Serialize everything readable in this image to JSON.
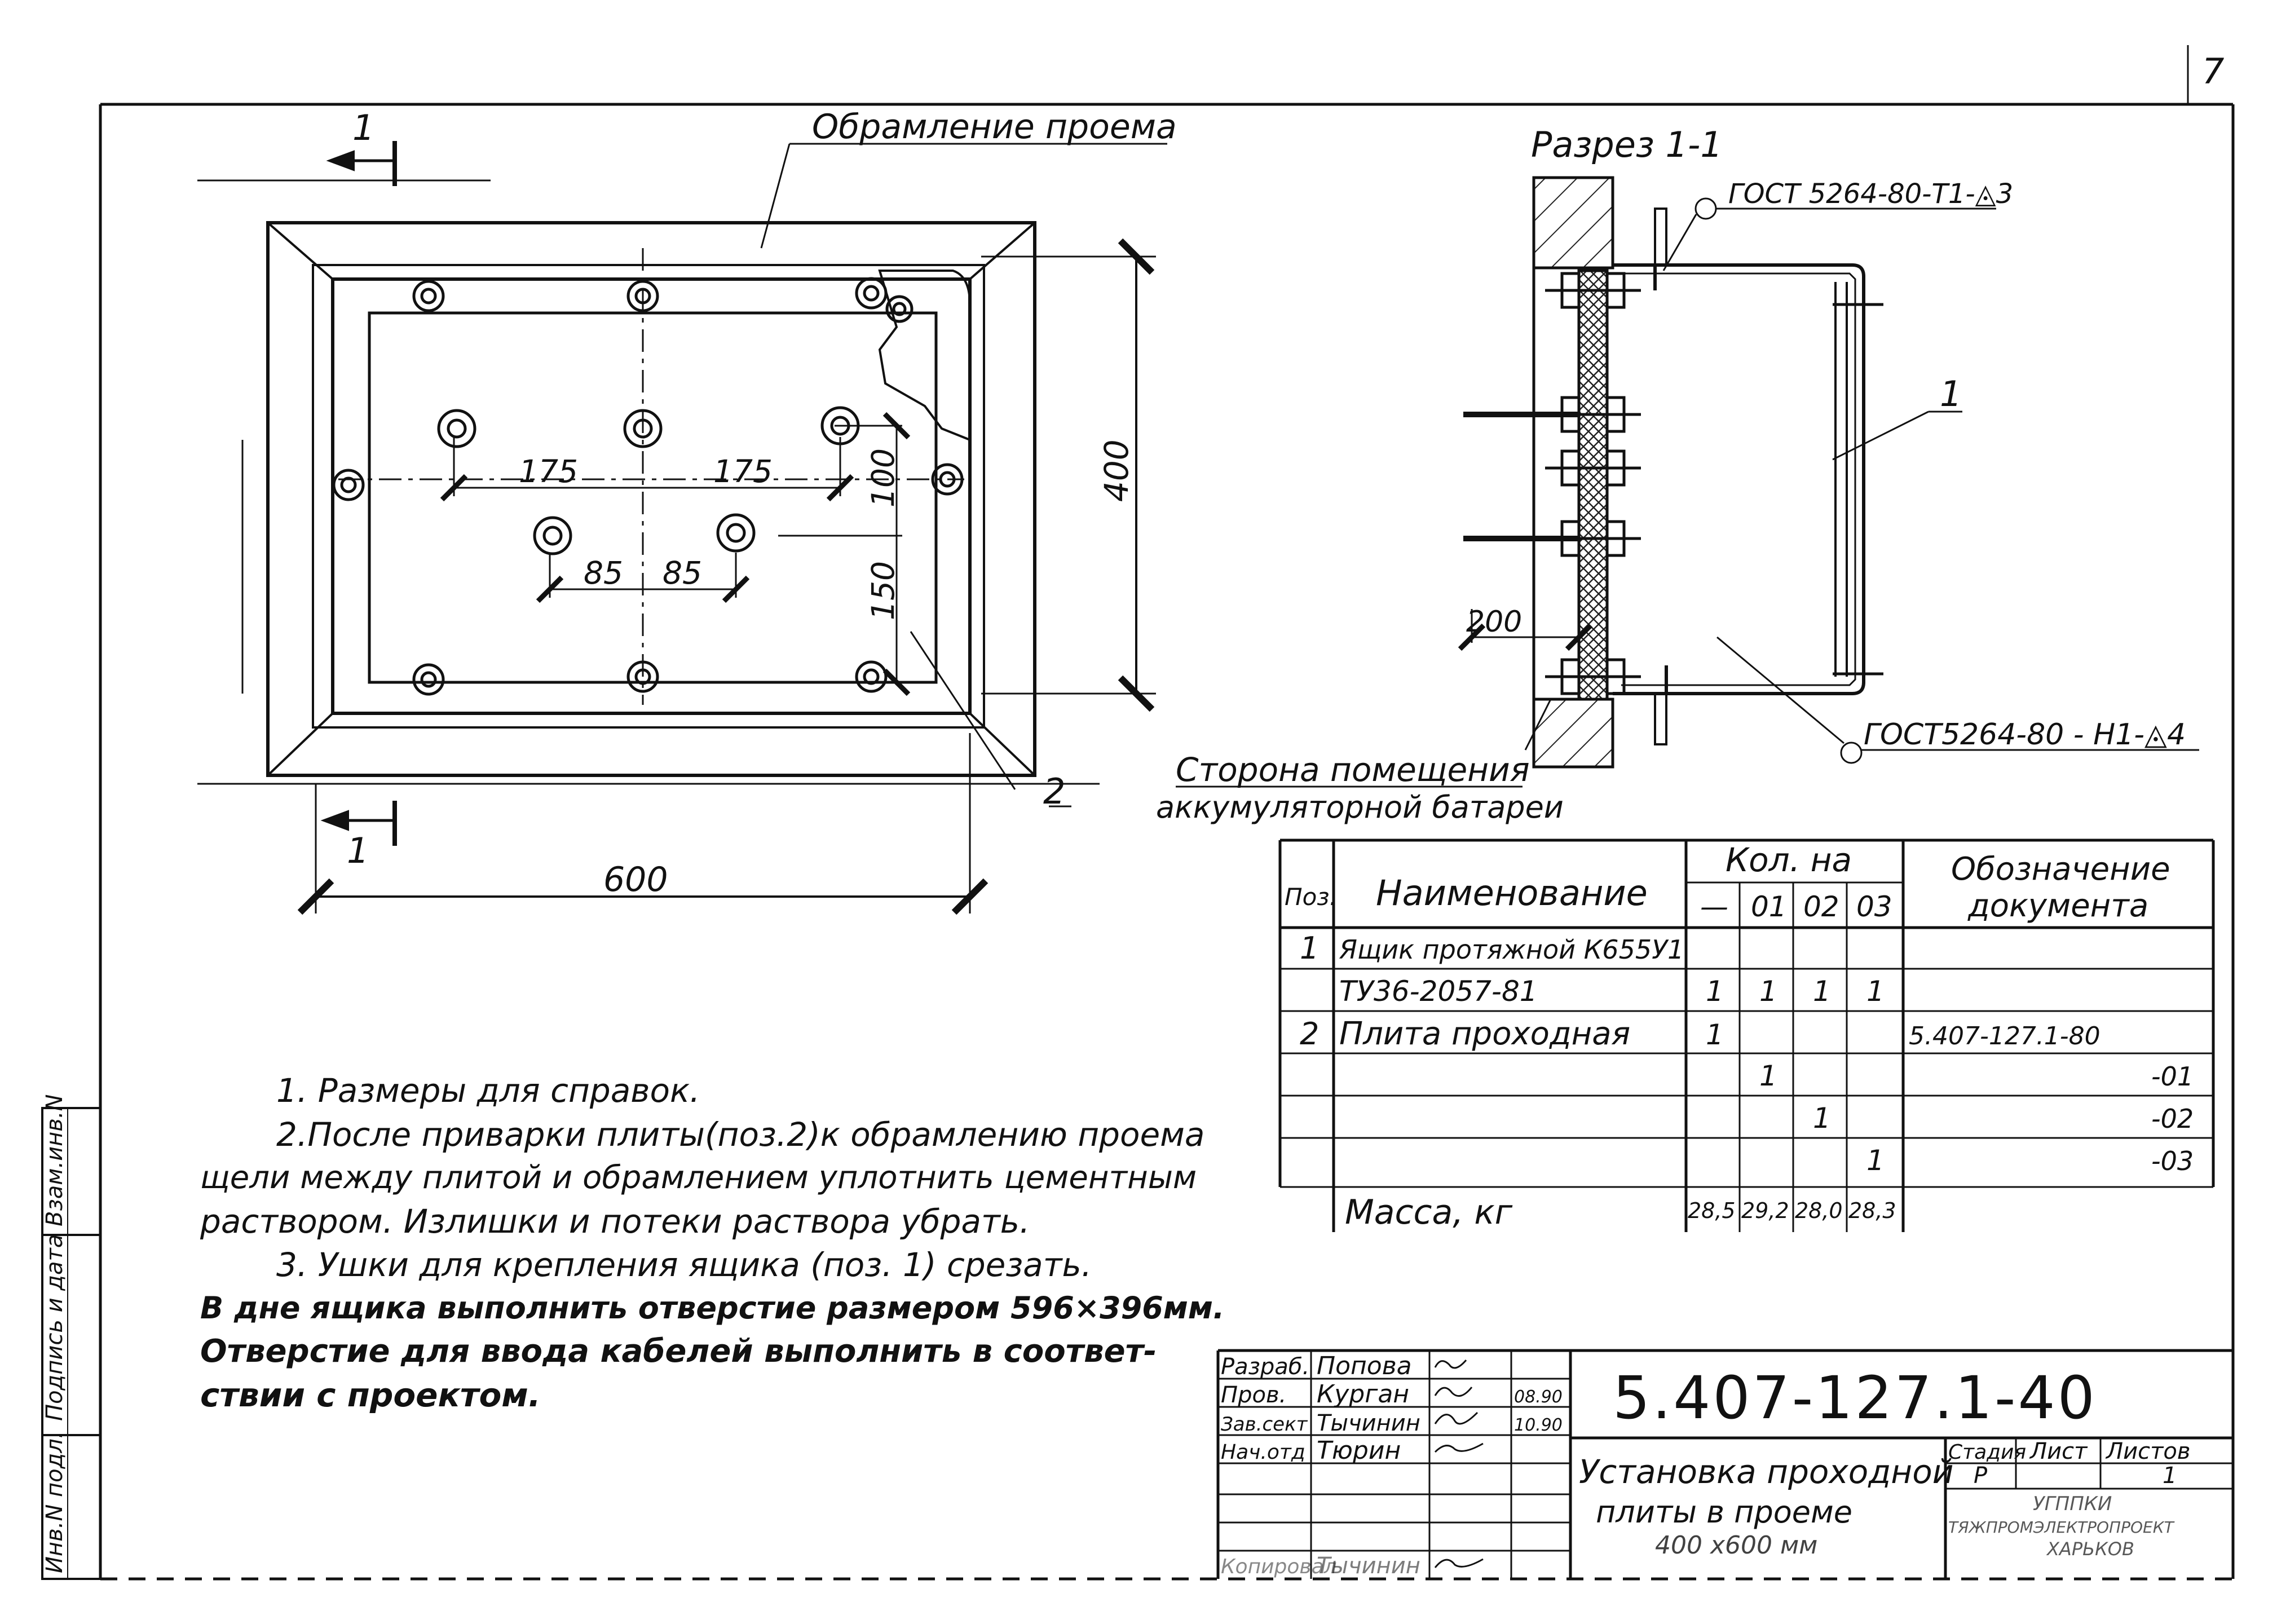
{
  "sheet_number": "7",
  "plan": {
    "callout_frame": "Обрамление проема",
    "section_mark": "1",
    "dim_175_left": "175",
    "dim_175_right": "175",
    "dim_85_left": "85",
    "dim_85_right": "85",
    "dim_100": "100",
    "dim_150": "150",
    "dim_400": "400",
    "dim_600": "600",
    "pos_label": "2"
  },
  "section": {
    "title": "Разрез 1-1",
    "weld_top": "ГОСТ 5264-80-Т1-◬3",
    "weld_bottom": "ГОСТ5264-80 - Н1-◬4",
    "pos_label": "1",
    "dim_200": "200",
    "room_side_line1": "Сторона помещения",
    "room_side_line2": "аккумуляторной батареи"
  },
  "spec_table": {
    "headers": {
      "pos": "Поз.",
      "name": "Наименование",
      "qty": "Кол. на",
      "qty_cols": [
        "—",
        "01",
        "02",
        "03"
      ],
      "doc_line1": "Обозначение",
      "doc_line2": "документа"
    },
    "rows": [
      {
        "pos": "1",
        "name": "Ящик протяжной К655У1",
        "q": [
          "",
          "",
          "",
          ""
        ],
        "doc": ""
      },
      {
        "pos": "",
        "name": "ТУ36-2057-81",
        "q": [
          "1",
          "1",
          "1",
          "1"
        ],
        "doc": ""
      },
      {
        "pos": "2",
        "name": "Плита проходная",
        "q": [
          "1",
          "",
          "",
          ""
        ],
        "doc": "5.407-127.1-80"
      },
      {
        "pos": "",
        "name": "",
        "q": [
          "",
          "1",
          "",
          ""
        ],
        "doc": "-01"
      },
      {
        "pos": "",
        "name": "",
        "q": [
          "",
          "",
          "1",
          ""
        ],
        "doc": "-02"
      },
      {
        "pos": "",
        "name": "",
        "q": [
          "",
          "",
          "",
          "1"
        ],
        "doc": "-03"
      },
      {
        "pos": "",
        "name": "Масса, кг",
        "q": [
          "28,5",
          "29,2",
          "28,0",
          "28,3"
        ],
        "doc": ""
      }
    ]
  },
  "notes": {
    "n1": "1. Размеры для справок.",
    "n2a": "2.После приварки плиты(поз.2)к обрамлению проема",
    "n2b": "щели между плитой и обрамлением уплотнить цементным",
    "n2c": "раствором. Излишки и потеки раствора убрать.",
    "n3a": "3. Ушки для крепления ящика (поз. 1) срезать.",
    "n3b": "В дне ящика выполнить отверстие размером 596×396мм.",
    "n3c": "Отверстие для ввода кабелей выполнить в соответ-",
    "n3d": "ствии с проектом."
  },
  "side_stamp": {
    "inv": "Инв.N подл.",
    "sign": "Подпись и дата",
    "replace": "Взам.инв.N"
  },
  "title_block": {
    "code": "5.407-127.1-40",
    "roles": [
      "Разраб.",
      "Пров.",
      "Зав.сект",
      "Нач.отд"
    ],
    "names": [
      "Попова",
      "Курган",
      "Тычинин",
      "Тюрин"
    ],
    "dates": [
      "",
      "08.90",
      "10.90",
      ""
    ],
    "copied_label": "Копировал",
    "copied_name": "Тычинин",
    "desc1": "Установка проходной",
    "desc2": "плиты в проеме",
    "desc3": "400 x600 мм",
    "stage_h": "Стадия",
    "sheet_h": "Лист",
    "sheets_h": "Листов",
    "stage_v": "Р",
    "sheets_v": "1",
    "org1": "УГППКИ",
    "org2": "ТЯЖПРОМЭЛЕКТРОПРОЕКТ",
    "org3": "ХАРЬКОВ"
  }
}
